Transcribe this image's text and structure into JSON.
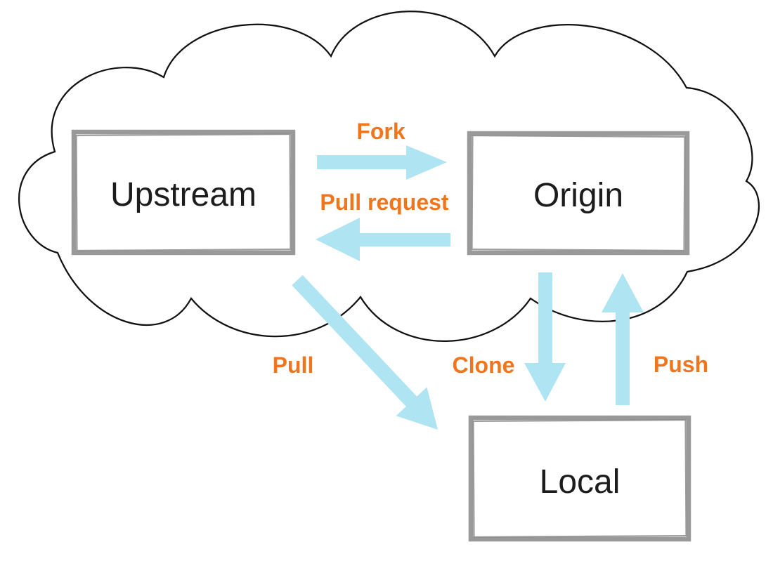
{
  "diagram": {
    "type": "flow-diagram",
    "nodes": [
      {
        "id": "upstream",
        "label": "Upstream",
        "inside_cloud": true
      },
      {
        "id": "origin",
        "label": "Origin",
        "inside_cloud": true
      },
      {
        "id": "local",
        "label": "Local",
        "inside_cloud": false
      }
    ],
    "edges": [
      {
        "id": "fork",
        "label": "Fork",
        "from": "Upstream",
        "to": "Origin",
        "direction": "right"
      },
      {
        "id": "pull-request",
        "label": "Pull request",
        "from": "Origin",
        "to": "Upstream",
        "direction": "left"
      },
      {
        "id": "pull",
        "label": "Pull",
        "from": "Upstream",
        "to": "Local",
        "direction": "down-right"
      },
      {
        "id": "clone",
        "label": "Clone",
        "from": "Origin",
        "to": "Local",
        "direction": "down"
      },
      {
        "id": "push",
        "label": "Push",
        "from": "Local",
        "to": "Origin",
        "direction": "up"
      }
    ],
    "colors": {
      "arrow_fill": "#AFE5F2",
      "edge_label_text": "#F0761E",
      "box_border": "#999999",
      "node_text": "#1C1C1C",
      "cloud_outline": "#111111",
      "background": "#FFFFFF"
    }
  }
}
